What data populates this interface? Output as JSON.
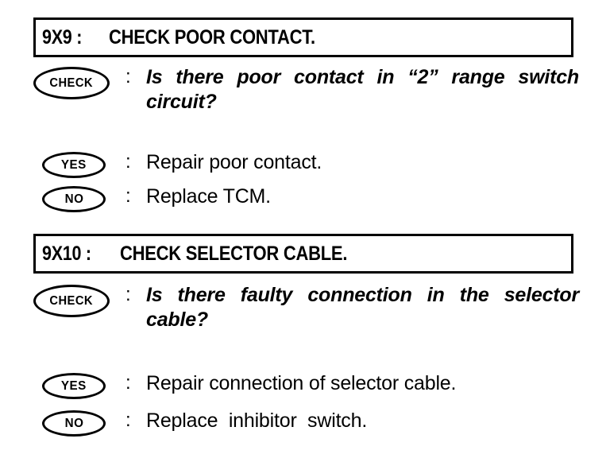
{
  "document": {
    "background_color": "#ffffff",
    "ink_color": "#000000"
  },
  "blocks": [
    {
      "id": "9X9",
      "header": {
        "step_id": "9X9 :",
        "title": "CHECK POOR CONTACT."
      },
      "rows": [
        {
          "badge": "CHECK",
          "separator": ":",
          "text": "Is there poor contact in “2” range switch circuit?",
          "style": "question"
        },
        {
          "badge": "YES",
          "separator": ":",
          "text": "Repair poor contact.",
          "style": "answer"
        },
        {
          "badge": "NO",
          "separator": ":",
          "text": "Replace TCM.",
          "style": "answer"
        }
      ]
    },
    {
      "id": "9X10",
      "header": {
        "step_id": "9X10 :",
        "title": "CHECK SELECTOR CABLE."
      },
      "rows": [
        {
          "badge": "CHECK",
          "separator": ":",
          "text": "Is there faulty connection in the selector cable?",
          "style": "question"
        },
        {
          "badge": "YES",
          "separator": ":",
          "text": "Repair connection of selector cable.",
          "style": "answer"
        },
        {
          "badge": "NO",
          "separator": ":",
          "text": "Replace  inhibitor  switch.",
          "style": "answer"
        }
      ]
    }
  ]
}
